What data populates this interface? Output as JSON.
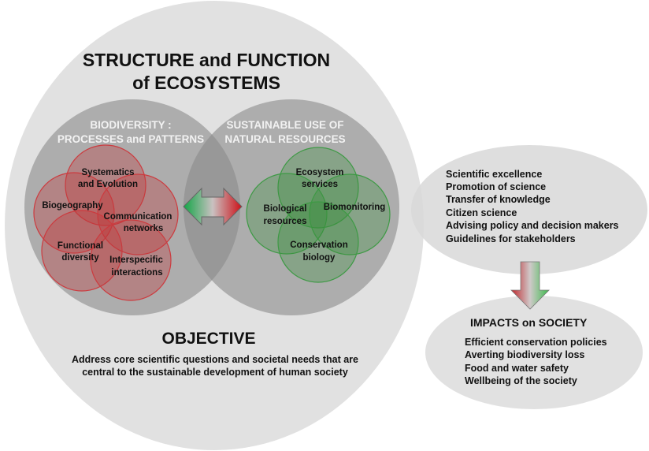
{
  "diagram": {
    "title_line1": "STRUCTURE and FUNCTION",
    "title_line2": "of ECOSYSTEMS",
    "biodiversity": {
      "heading_line1": "BIODIVERSITY :",
      "heading_line2": "PROCESSES and PATTERNS",
      "circles": [
        {
          "line1": "Systematics",
          "line2": "and Evolution"
        },
        {
          "line1": "Biogeography",
          "line2": ""
        },
        {
          "line1": "Communication",
          "line2": "networks"
        },
        {
          "line1": "Functional",
          "line2": "diversity"
        },
        {
          "line1": "Interspecific",
          "line2": "interactions"
        }
      ],
      "color": "#c0393b"
    },
    "sustainable_use": {
      "heading_line1": "SUSTAINABLE USE OF",
      "heading_line2": "NATURAL RESOURCES",
      "circles": [
        {
          "line1": "Ecosystem",
          "line2": "services"
        },
        {
          "line1": "Biological",
          "line2": "resources"
        },
        {
          "line1": "Biomonitoring",
          "line2": ""
        },
        {
          "line1": "Conservation",
          "line2": "biology"
        }
      ],
      "color": "#3a8f3c"
    },
    "objective": {
      "heading": "OBJECTIVE",
      "line1": "Address core scientific questions and societal needs that are",
      "line2": "central to the sustainable development of human society"
    },
    "outcomes": {
      "items": [
        "Scientific excellence",
        "Promotion of science",
        "Transfer of knowledge",
        "Citizen science",
        "Advising policy and decision makers",
        "Guidelines for stakeholders"
      ]
    },
    "impacts": {
      "heading": "IMPACTS on SOCIETY",
      "items": [
        "Efficient conservation policies",
        "Averting biodiversity loss",
        "Food and water safety",
        "Wellbeing of the society"
      ]
    },
    "colors": {
      "outer_fill": "#e1e1e1",
      "inner_fill": "#a9a9a9",
      "red": "#c0393b",
      "green": "#2fa84f"
    }
  }
}
